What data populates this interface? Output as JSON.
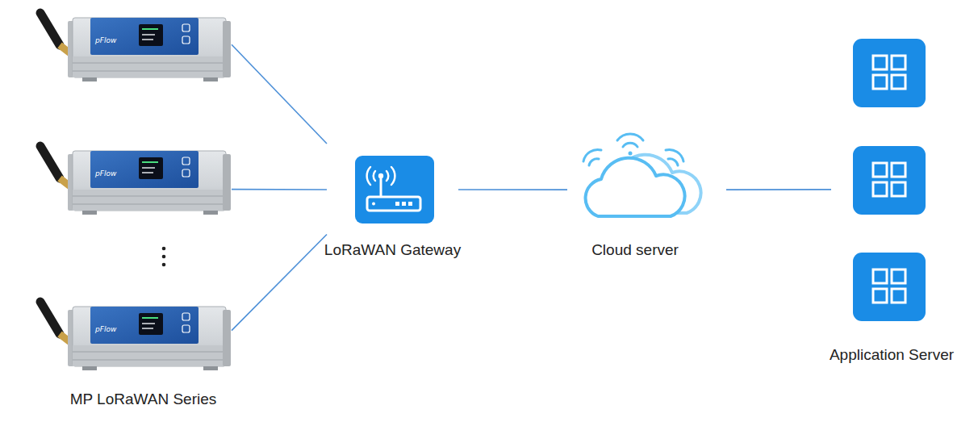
{
  "diagram": {
    "nodes": [
      {
        "text": [
          "pFlow"
        ]
      },
      {
        "text": [
          "pFlow"
        ]
      },
      {
        "text": [
          "pFlow"
        ]
      },
      {
        "text": [
          "LoRaWAN Gateway"
        ]
      },
      {
        "text": [
          "Cloud server"
        ]
      },
      {
        "text": [
          "Application Server"
        ]
      }
    ],
    "edges": [
      {
        "from": 0,
        "to": 3,
        "arrow": "none"
      },
      {
        "from": 1,
        "to": 3,
        "arrow": "none"
      },
      {
        "from": 2,
        "to": 3,
        "arrow": "none"
      },
      {
        "from": 3,
        "to": 4,
        "arrow": "none"
      },
      {
        "from": 4,
        "to": 5,
        "arrow": "none"
      }
    ],
    "labels": [
      "MP LoRaWAN Series"
    ]
  }
}
